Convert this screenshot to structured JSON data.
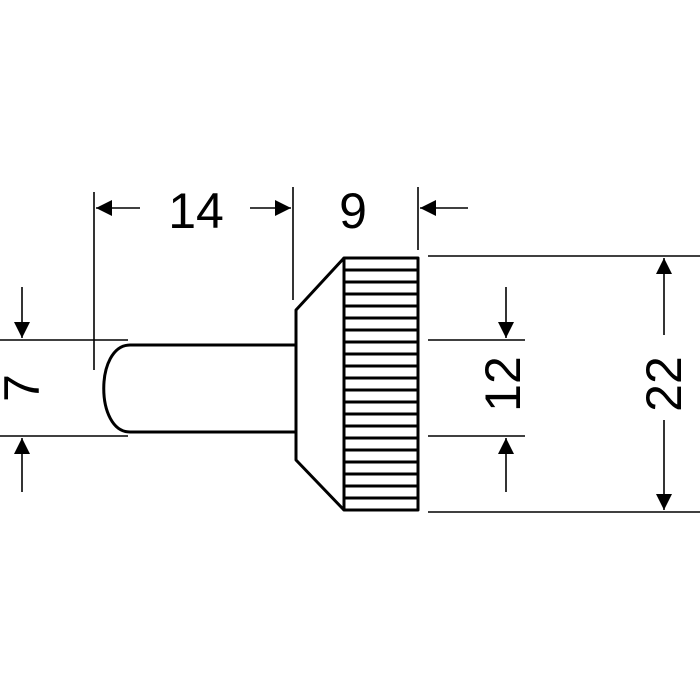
{
  "dimensions": {
    "shaft_length": "14",
    "head_width": "9",
    "shaft_diameter": "7",
    "head_inner_diameter": "12",
    "head_outer_diameter": "22"
  },
  "colors": {
    "line": "#000000",
    "background": "#ffffff"
  }
}
